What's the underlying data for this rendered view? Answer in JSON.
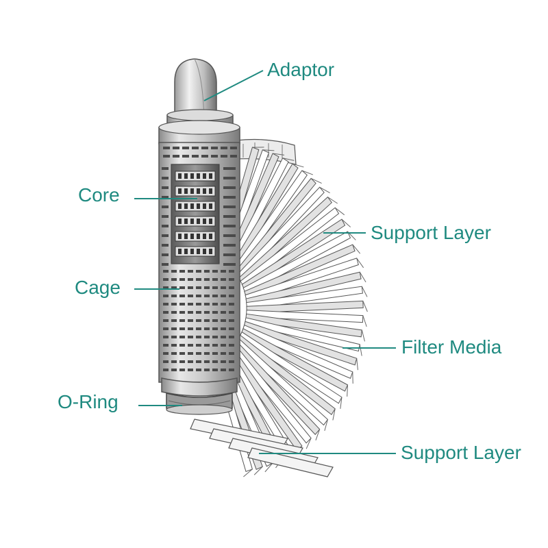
{
  "labels": {
    "adaptor": "Adaptor",
    "core": "Core",
    "cage": "Cage",
    "o_ring": "O-Ring",
    "support_layer_top": "Support Layer",
    "filter_media": "Filter Media",
    "support_layer_bottom": "Support Layer"
  },
  "colors": {
    "label_text": "#1f8a80",
    "leader_line": "#1f8a80",
    "metal_light": "#e6e6e6",
    "metal_mid": "#b8b8b8",
    "metal_dark": "#6e6e6e",
    "slot": "#4a4a4a",
    "pleat_face": "#ffffff",
    "pleat_shadow": "#d9d9d9",
    "outline": "#555555"
  }
}
